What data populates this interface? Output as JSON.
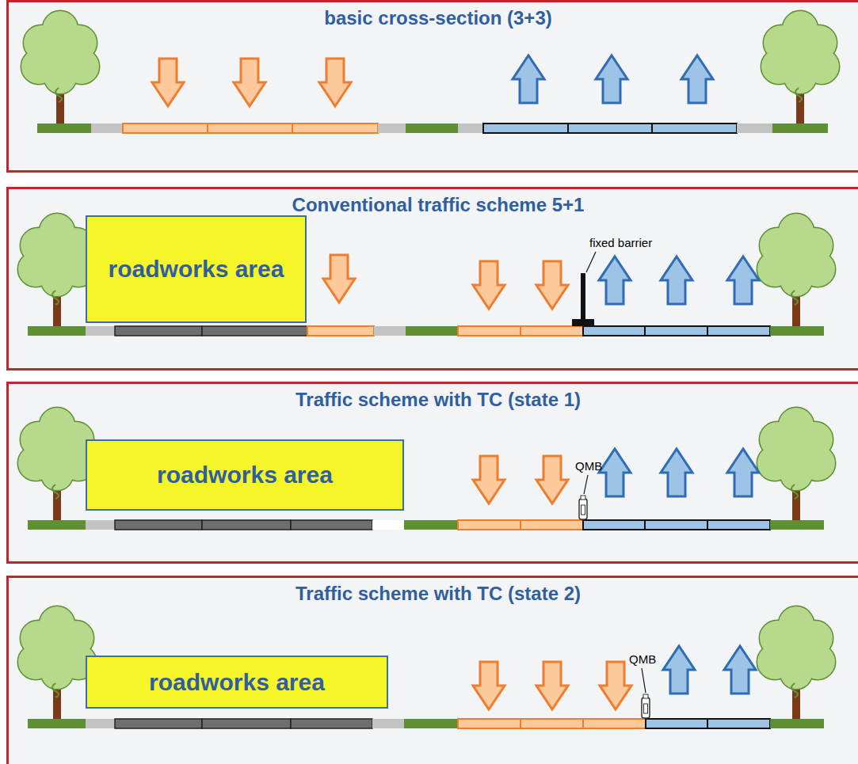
{
  "diagram": {
    "nodes": [
      {
        "text": [
          "basic cross-section (3+3)"
        ]
      },
      {
        "text": [
          "Conventional traffic scheme 5+1"
        ]
      },
      {
        "text": [
          "roadworks area"
        ],
        "in": 1
      },
      {
        "text": [
          "Traffic scheme with TC (state 1)"
        ]
      },
      {
        "text": [
          "roadworks area"
        ],
        "in": 3
      },
      {
        "text": [
          "Traffic scheme with TC (state 2)"
        ]
      },
      {
        "text": [
          "roadworks area"
        ],
        "in": 5
      }
    ],
    "labels": [
      "fixed barrier",
      "QMB",
      "QMB"
    ]
  }
}
